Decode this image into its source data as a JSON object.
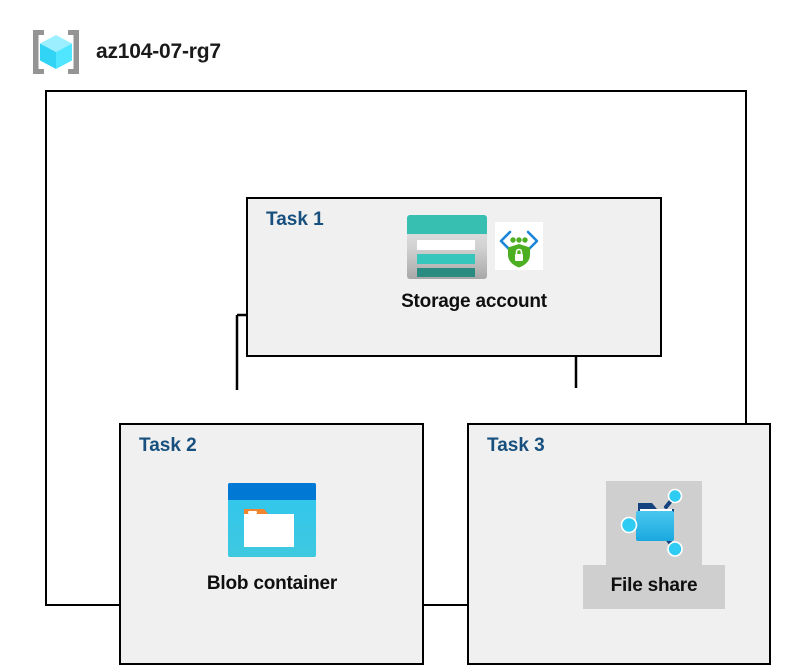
{
  "header": {
    "resource_group_name": "az104-07-rg7",
    "icon": "resource-group-icon"
  },
  "diagram": {
    "type": "azure-architecture-diagram",
    "container_label": "resource-group-container",
    "colors": {
      "task_label": "#17507e",
      "box_fill": "#f0f0f0",
      "box_border": "#000000",
      "connector": "#000000",
      "highlight": "#cfcfcf",
      "storage_teal": "#37bfb2",
      "storage_teal_dark": "#2a8b80",
      "blob_blue": "#0078d4",
      "blob_cyan": "#32c8e8",
      "orange_tag": "#f1842c",
      "shield_green": "#4caf22",
      "node_cyan": "#2ecbf2",
      "cube_cyan": "#50e6ff",
      "bracket_gray": "#949494"
    },
    "tasks": [
      {
        "label": "Task 1",
        "node": {
          "caption": "Storage account",
          "icons": [
            "storage-account-icon",
            "storage-security-icon"
          ],
          "highlighted": false
        }
      },
      {
        "label": "Task 2",
        "node": {
          "caption": "Blob container",
          "icons": [
            "blob-container-icon"
          ],
          "highlighted": false
        }
      },
      {
        "label": "Task 3",
        "node": {
          "caption": "File share",
          "icons": [
            "file-share-icon"
          ],
          "highlighted": true
        }
      }
    ],
    "connections": [
      {
        "from": "Storage account",
        "to": "Blob container"
      },
      {
        "from": "Storage account",
        "to": "File share"
      }
    ]
  }
}
